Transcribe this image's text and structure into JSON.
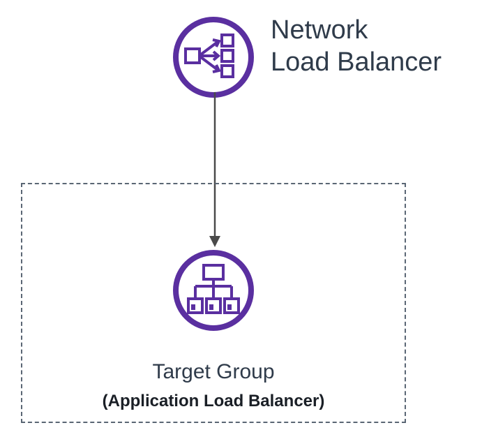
{
  "diagram": {
    "accent_color": "#5a2fa0",
    "nlb": {
      "icon": "network-load-balancer-icon",
      "label_line1": "Network",
      "label_line2": "Load Balancer"
    },
    "target_group": {
      "icon": "application-load-balancer-icon",
      "title": "Target Group",
      "subtitle": "(Application Load Balancer)"
    }
  }
}
